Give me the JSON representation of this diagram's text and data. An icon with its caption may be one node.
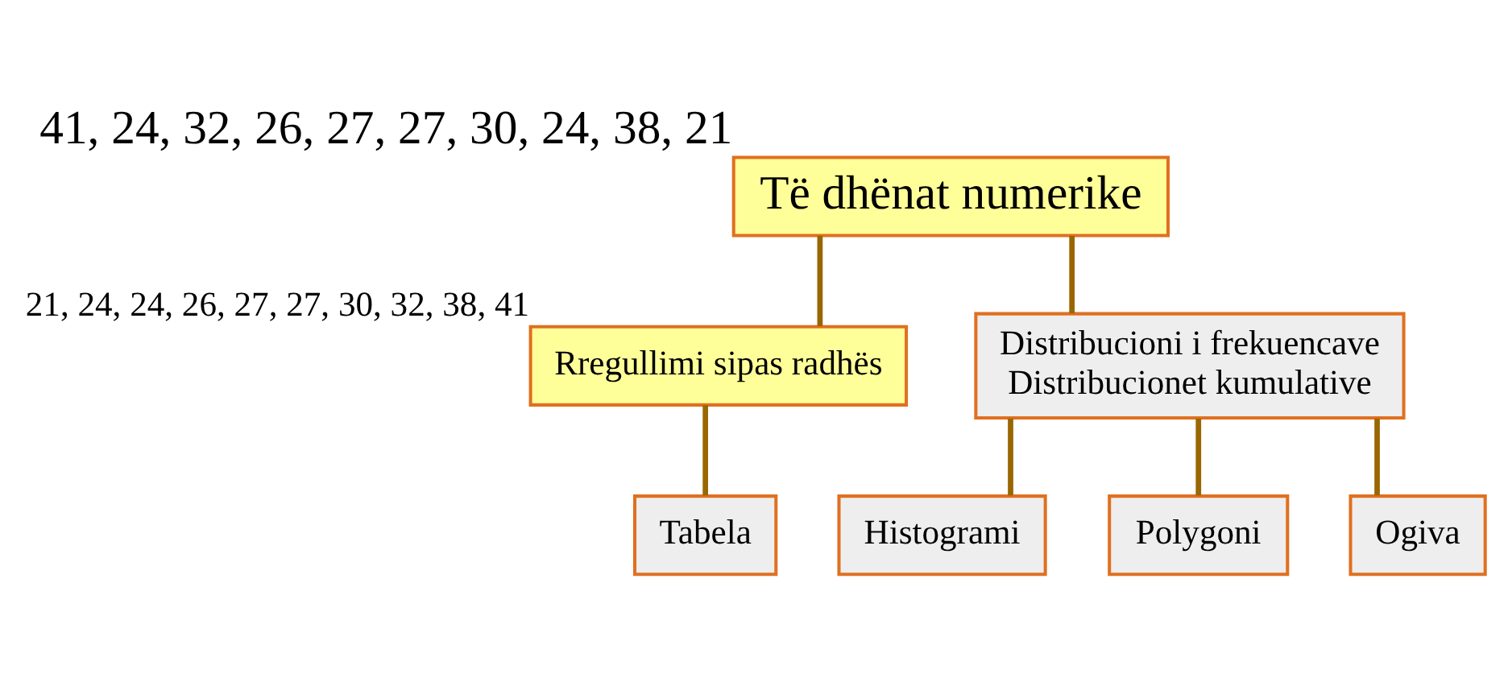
{
  "diagram": {
    "nodes": [
      {
        "text": [
          "Të dhënat numerike"
        ],
        "beside": [
          "41, 24, 32, 26, 27, 27, 30, 24, 38, 21"
        ]
      },
      {
        "text": [
          "Rregullimi sipas radhës"
        ],
        "beside": [
          "21, 24, 24, 26, 27, 27, 30, 32, 38, 41"
        ]
      },
      {
        "text": [
          "Distribucioni i frekuencave",
          "Distribucionet kumulative"
        ]
      },
      {
        "text": [
          "Tabela"
        ]
      },
      {
        "text": [
          "Histogrami"
        ]
      },
      {
        "text": [
          "Polygoni"
        ]
      },
      {
        "text": [
          "Ogiva"
        ]
      }
    ],
    "edges": [
      {
        "from": 0,
        "to": 1,
        "arrow": "none"
      },
      {
        "from": 0,
        "to": 2,
        "arrow": "none"
      },
      {
        "from": 1,
        "to": 3,
        "arrow": "none"
      },
      {
        "from": 2,
        "to": 4,
        "arrow": "none"
      },
      {
        "from": 2,
        "to": 5,
        "arrow": "none"
      },
      {
        "from": 2,
        "to": 6,
        "arrow": "none"
      }
    ]
  }
}
